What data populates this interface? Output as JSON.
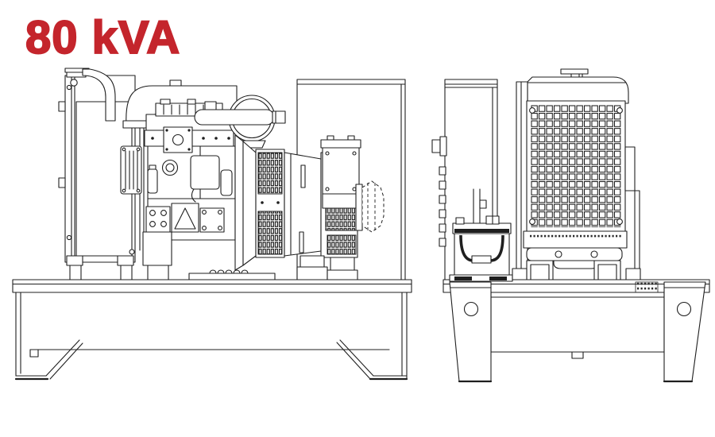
{
  "title": {
    "text": "80 kVA"
  },
  "colors": {
    "background": "#ffffff",
    "line": "#1f1f1f",
    "accent_red": "#c4252c",
    "dark_fill": "#1f1f1f"
  },
  "drawing": {
    "type": "technical line drawing",
    "subject": "open-frame diesel generator set, two orthographic views",
    "views": {
      "side_view": {
        "components": [
          "radiator",
          "fan-shroud",
          "engine",
          "valve-cover",
          "louver-guard",
          "crank-pulley",
          "fuel-filter",
          "intake-elbow",
          "radiator-hose",
          "air-cleaner",
          "alternator-bell",
          "alternator-vents",
          "alternator-drum",
          "terminal-box",
          "end-cover",
          "base-skid",
          "skid-feet"
        ]
      },
      "front_view": {
        "components": [
          "control-panel-stand",
          "panel-knob",
          "battery",
          "battery-handle",
          "radiator-cap",
          "radiator-top-tank",
          "radiator-grille",
          "radiator-cradle",
          "radiator-feet",
          "base-frame",
          "mounting-leg-left",
          "mounting-leg-right",
          "leg-holes"
        ]
      }
    }
  }
}
